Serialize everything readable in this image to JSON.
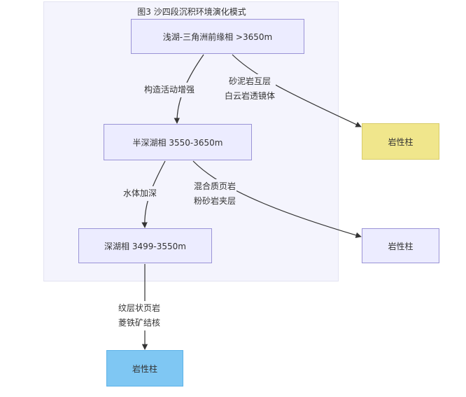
{
  "diagram": {
    "title": "图3 沙四段沉积环境演化模式",
    "nodes": {
      "shallow_lake": "浅湖-三角洲前缘相 >3650m",
      "semi_deep_lake": "半深湖相 3550-3650m",
      "deep_lake": "深湖相 3499-3550m",
      "lithology_column_1": "岩性柱",
      "lithology_column_2": "岩性柱",
      "lithology_column_3": "岩性柱"
    },
    "edges": {
      "tectonic_label": "构造活动增强",
      "sand_mud_label_line1": "砂泥岩互层",
      "sand_mud_label_line2": "白云岩透镜体",
      "water_deepening_label": "水体加深",
      "mixed_shale_label_line1": "混合质页岩",
      "mixed_shale_label_line2": "粉砂岩夹层",
      "laminated_shale_label_line1": "纹层状页岩",
      "laminated_shale_label_line2": "菱铁矿结核"
    },
    "colors": {
      "cluster_fill": "#f4f4fd",
      "node_fill": "#ececff",
      "node_border": "#9a93d6",
      "yellow_column": "#f0e68c",
      "blue_column": "#7fc7f3",
      "edge": "#333333"
    }
  }
}
